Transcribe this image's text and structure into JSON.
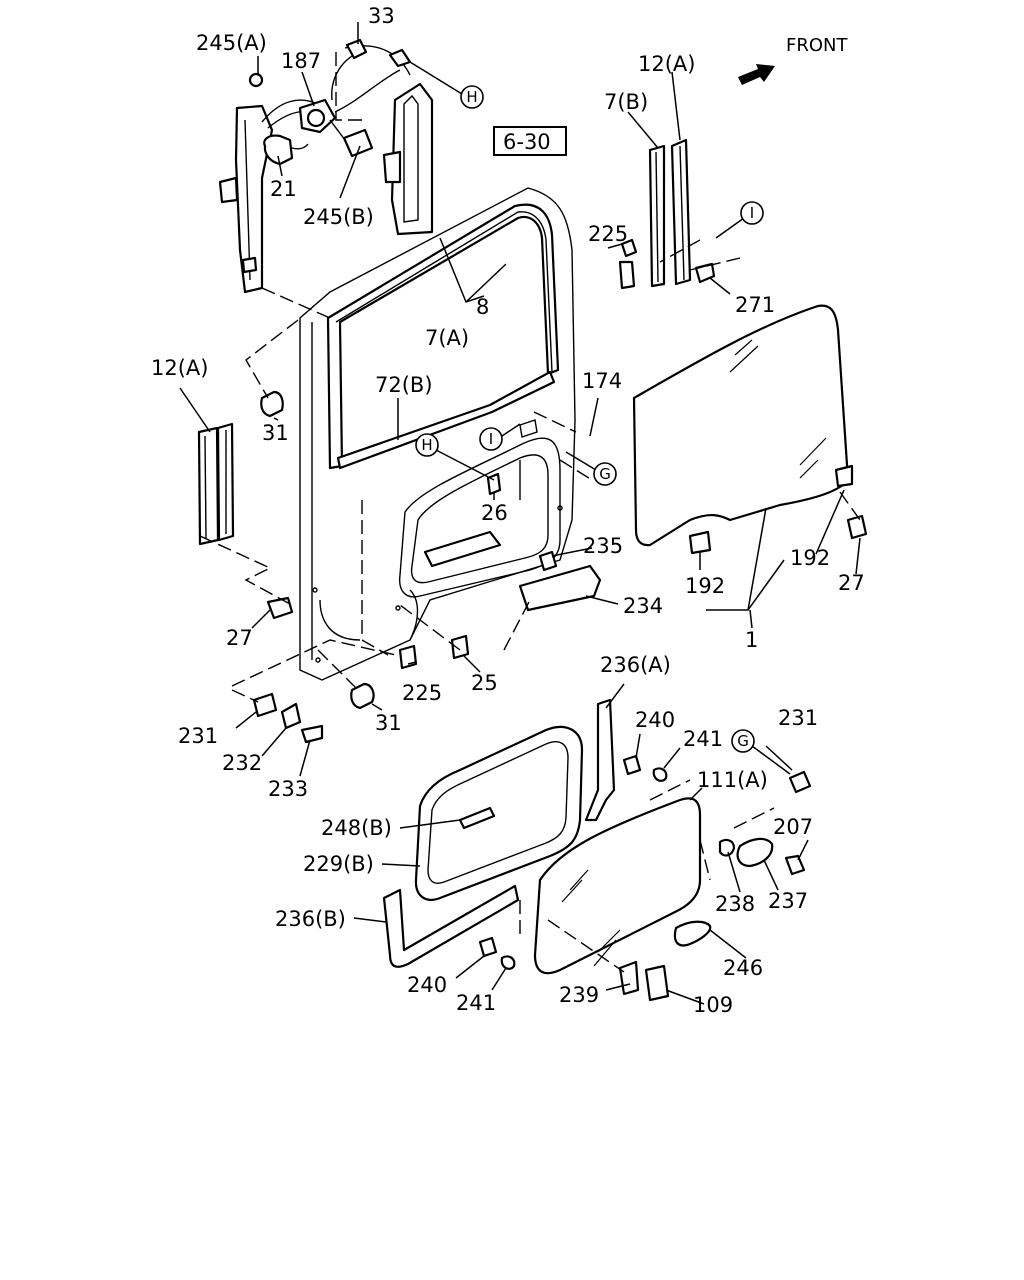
{
  "direction": {
    "label": "FRONT"
  },
  "reference_box": "6-30",
  "ref_markers": {
    "G": "G",
    "H": "H",
    "I": "I"
  },
  "callouts": {
    "c33": "33",
    "c245a": "245(A)",
    "c187": "187",
    "c21": "21",
    "c245b": "245(B)",
    "c12a_top": "12(A)",
    "c7b": "7(B)",
    "c225_top": "225",
    "c271": "271",
    "c8": "8",
    "c7a": "7(A)",
    "c12a_left": "12(A)",
    "c31_top": "31",
    "c72b": "72(B)",
    "c174": "174",
    "c26": "26",
    "c235": "235",
    "c234": "234",
    "c27_left": "27",
    "c225_mid": "225",
    "c25": "25",
    "c31_mid": "31",
    "c192_left": "192",
    "c192_right": "192",
    "c27_right": "27",
    "c1": "1",
    "c231_left": "231",
    "c232": "232",
    "c233": "233",
    "c236a": "236(A)",
    "c240_top": "240",
    "c241_top": "241",
    "c231_right": "231",
    "c111a": "111(A)",
    "c207": "207",
    "c248b": "248(B)",
    "c229b": "229(B)",
    "c238": "238",
    "c237": "237",
    "c236b": "236(B)",
    "c246": "246",
    "c240_bot": "240",
    "c241_bot": "241",
    "c239": "239",
    "c109": "109"
  }
}
